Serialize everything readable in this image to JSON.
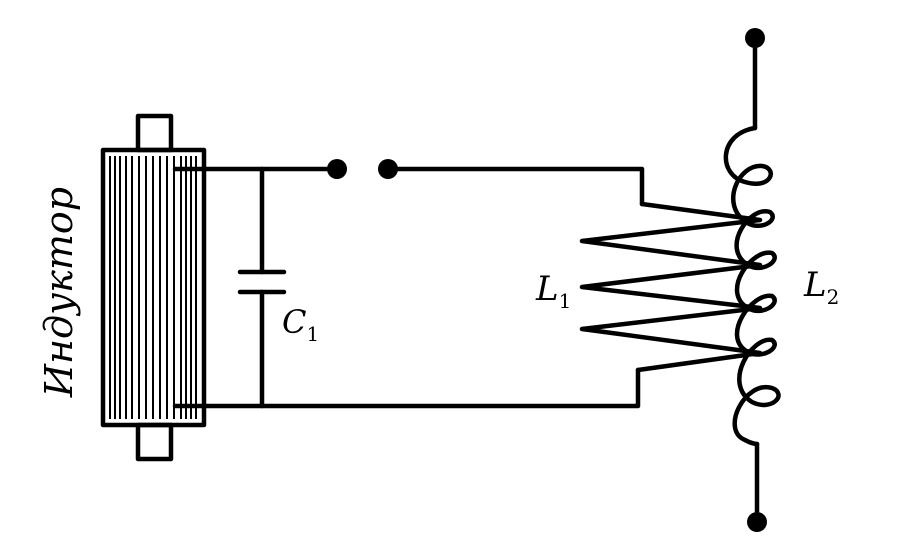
{
  "labels": {
    "inductor": "Индуктор",
    "capacitor_letter": "C",
    "capacitor_index": "1",
    "primary_letter": "L",
    "primary_index": "1",
    "secondary_letter": "L",
    "secondary_index": "2"
  },
  "colors": {
    "ink": "#000000",
    "background": "#ffffff"
  }
}
